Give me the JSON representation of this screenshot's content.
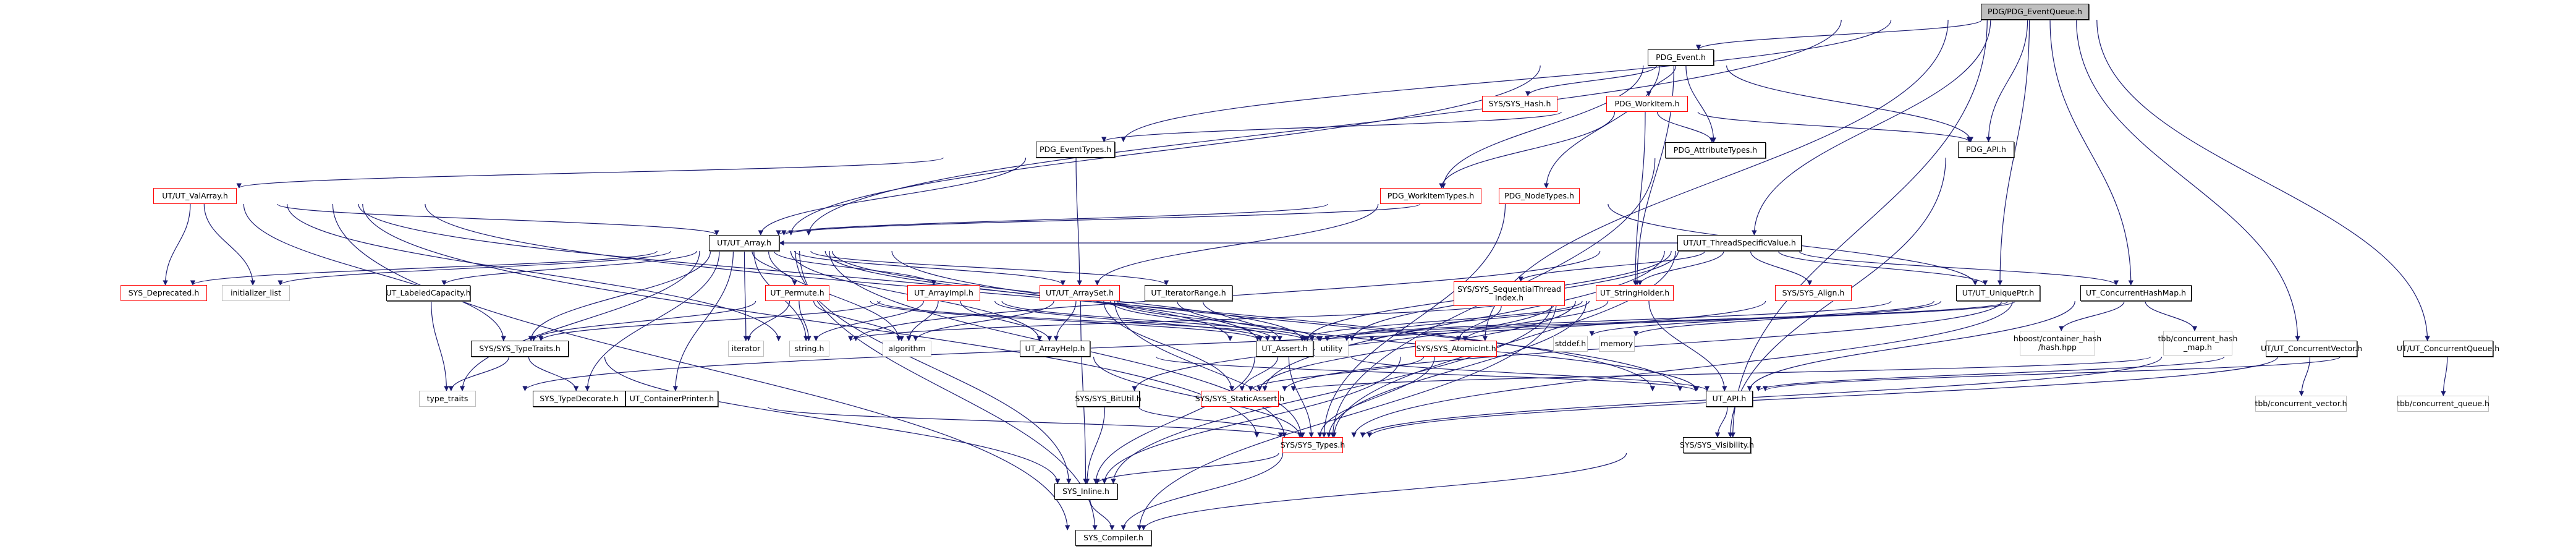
{
  "title": "PDG/PDG_EventQueue.h include dependency graph",
  "colors": {
    "edge": "#191970",
    "root_fill": "#bfbfbf",
    "documented_border": "#000000",
    "incomplete_border": "#ff0000",
    "external_border": "#bfbfbf"
  },
  "nodes": [
    {
      "id": "root",
      "label": "PDG/PDG_EventQueue.h",
      "kind": "root"
    },
    {
      "id": "event",
      "label": "PDG_Event.h",
      "kind": "black"
    },
    {
      "id": "syshash",
      "label": "SYS/SYS_Hash.h",
      "kind": "red"
    },
    {
      "id": "workitem",
      "label": "PDG_WorkItem.h",
      "kind": "red"
    },
    {
      "id": "eventtypes",
      "label": "PDG_EventTypes.h",
      "kind": "black"
    },
    {
      "id": "attrtypes",
      "label": "PDG_AttributeTypes.h",
      "kind": "black"
    },
    {
      "id": "pdgapi",
      "label": "PDG_API.h",
      "kind": "black"
    },
    {
      "id": "valarray",
      "label": "UT/UT_ValArray.h",
      "kind": "red"
    },
    {
      "id": "workitemtypes",
      "label": "PDG_WorkItemTypes.h",
      "kind": "red"
    },
    {
      "id": "nodetypes",
      "label": "PDG_NodeTypes.h",
      "kind": "red"
    },
    {
      "id": "utarray",
      "label": "UT/UT_Array.h",
      "kind": "black"
    },
    {
      "id": "threadspec",
      "label": "UT/UT_ThreadSpecificValue.h",
      "kind": "black"
    },
    {
      "id": "deprecated",
      "label": "SYS_Deprecated.h",
      "kind": "red"
    },
    {
      "id": "initlist",
      "label": "initializer_list",
      "kind": "gray"
    },
    {
      "id": "labeledcap",
      "label": "UT_LabeledCapacity.h",
      "kind": "black"
    },
    {
      "id": "permute",
      "label": "UT_Permute.h",
      "kind": "red"
    },
    {
      "id": "arrayimpl",
      "label": "UT_ArrayImpl.h",
      "kind": "red"
    },
    {
      "id": "arrayset",
      "label": "UT/UT_ArraySet.h",
      "kind": "red"
    },
    {
      "id": "iterrange",
      "label": "UT_IteratorRange.h",
      "kind": "black"
    },
    {
      "id": "seqthread",
      "label": "SYS/SYS_SequentialThread\nIndex.h",
      "kind": "red",
      "tall": true
    },
    {
      "id": "stringholder",
      "label": "UT_StringHolder.h",
      "kind": "red"
    },
    {
      "id": "sysalign",
      "label": "SYS/SYS_Align.h",
      "kind": "red"
    },
    {
      "id": "uniqueptr",
      "label": "UT/UT_UniquePtr.h",
      "kind": "black"
    },
    {
      "id": "conchashmap",
      "label": "UT_ConcurrentHashMap.h",
      "kind": "black"
    },
    {
      "id": "typetraitsh",
      "label": "SYS/SYS_TypeTraits.h",
      "kind": "black"
    },
    {
      "id": "iterator",
      "label": "iterator",
      "kind": "gray"
    },
    {
      "id": "stringh",
      "label": "string.h",
      "kind": "gray"
    },
    {
      "id": "algorithm",
      "label": "algorithm",
      "kind": "gray"
    },
    {
      "id": "arrayhelp",
      "label": "UT_ArrayHelp.h",
      "kind": "black"
    },
    {
      "id": "utassert",
      "label": "UT_Assert.h",
      "kind": "black"
    },
    {
      "id": "utility",
      "label": "utility",
      "kind": "gray"
    },
    {
      "id": "atomicint",
      "label": "SYS/SYS_AtomicInt.h",
      "kind": "red"
    },
    {
      "id": "stddef",
      "label": "stddef.h",
      "kind": "gray"
    },
    {
      "id": "memory",
      "label": "memory",
      "kind": "gray"
    },
    {
      "id": "hboost",
      "label": "hboost/container_hash\n/hash.hpp",
      "kind": "gray",
      "tall": true
    },
    {
      "id": "tbbhashmap",
      "label": "tbb/concurrent_hash\n_map.h",
      "kind": "gray",
      "tall": true
    },
    {
      "id": "concvector",
      "label": "UT/UT_ConcurrentVector.h",
      "kind": "black"
    },
    {
      "id": "concqueue",
      "label": "UT/UT_ConcurrentQueue.h",
      "kind": "black"
    },
    {
      "id": "typetraits",
      "label": "type_traits",
      "kind": "gray"
    },
    {
      "id": "typedecorate",
      "label": "SYS_TypeDecorate.h",
      "kind": "black"
    },
    {
      "id": "containerprinter",
      "label": "UT_ContainerPrinter.h",
      "kind": "black"
    },
    {
      "id": "bitutil",
      "label": "SYS/SYS_BitUtil.h",
      "kind": "black"
    },
    {
      "id": "staticassert",
      "label": "SYS/SYS_StaticAssert.h",
      "kind": "red"
    },
    {
      "id": "utapi",
      "label": "UT_API.h",
      "kind": "black"
    },
    {
      "id": "tbbvector",
      "label": "tbb/concurrent_vector.h",
      "kind": "gray"
    },
    {
      "id": "tbbqueue",
      "label": "tbb/concurrent_queue.h",
      "kind": "gray"
    },
    {
      "id": "systypes",
      "label": "SYS/SYS_Types.h",
      "kind": "red"
    },
    {
      "id": "visibility",
      "label": "SYS/SYS_Visibility.h",
      "kind": "black"
    },
    {
      "id": "inline",
      "label": "SYS_Inline.h",
      "kind": "black"
    },
    {
      "id": "compiler",
      "label": "SYS_Compiler.h",
      "kind": "black"
    }
  ],
  "edges": [
    [
      "root",
      "event"
    ],
    [
      "root",
      "utarray"
    ],
    [
      "root",
      "eventtypes"
    ],
    [
      "root",
      "pdgapi"
    ],
    [
      "root",
      "threadspec"
    ],
    [
      "root",
      "uniqueptr"
    ],
    [
      "root",
      "conchashmap"
    ],
    [
      "root",
      "concvector"
    ],
    [
      "root",
      "concqueue"
    ],
    [
      "root",
      "atomicint"
    ],
    [
      "root",
      "visibility"
    ],
    [
      "event",
      "syshash"
    ],
    [
      "event",
      "workitem"
    ],
    [
      "event",
      "attrtypes"
    ],
    [
      "event",
      "pdgapi"
    ],
    [
      "event",
      "workitemtypes"
    ],
    [
      "event",
      "nodetypes"
    ],
    [
      "event",
      "stringholder"
    ],
    [
      "event",
      "utarray"
    ],
    [
      "workitem",
      "eventtypes"
    ],
    [
      "workitem",
      "attrtypes"
    ],
    [
      "workitem",
      "pdgapi"
    ],
    [
      "workitem",
      "workitemtypes"
    ],
    [
      "workitem",
      "stringholder"
    ],
    [
      "eventtypes",
      "valarray"
    ],
    [
      "eventtypes",
      "utarray"
    ],
    [
      "eventtypes",
      "arrayset"
    ],
    [
      "attrtypes",
      "systypes"
    ],
    [
      "pdgapi",
      "visibility"
    ],
    [
      "valarray",
      "utarray"
    ],
    [
      "valarray",
      "deprecated"
    ],
    [
      "valarray",
      "initlist"
    ],
    [
      "valarray",
      "typetraitsh"
    ],
    [
      "valarray",
      "utassert"
    ],
    [
      "valarray",
      "systypes"
    ],
    [
      "valarray",
      "compiler"
    ],
    [
      "valarray",
      "stringh"
    ],
    [
      "valarray",
      "utapi"
    ],
    [
      "workitemtypes",
      "utarray"
    ],
    [
      "workitemtypes",
      "arrayset"
    ],
    [
      "nodetypes",
      "utarray"
    ],
    [
      "nodetypes",
      "uniqueptr"
    ],
    [
      "nodetypes",
      "systypes"
    ],
    [
      "utarray",
      "deprecated"
    ],
    [
      "utarray",
      "initlist"
    ],
    [
      "utarray",
      "labeledcap"
    ],
    [
      "utarray",
      "permute"
    ],
    [
      "utarray",
      "arrayimpl"
    ],
    [
      "utarray",
      "arrayset"
    ],
    [
      "utarray",
      "iterrange"
    ],
    [
      "utarray",
      "typetraitsh"
    ],
    [
      "utarray",
      "iterator"
    ],
    [
      "utarray",
      "stringh"
    ],
    [
      "utarray",
      "algorithm"
    ],
    [
      "utarray",
      "arrayhelp"
    ],
    [
      "utarray",
      "utassert"
    ],
    [
      "utarray",
      "utility"
    ],
    [
      "utarray",
      "typetraits"
    ],
    [
      "utarray",
      "typedecorate"
    ],
    [
      "utarray",
      "containerprinter"
    ],
    [
      "utarray",
      "systypes"
    ],
    [
      "utarray",
      "inline"
    ],
    [
      "utarray",
      "compiler"
    ],
    [
      "utarray",
      "utapi"
    ],
    [
      "threadspec",
      "utarray"
    ],
    [
      "threadspec",
      "seqthread"
    ],
    [
      "threadspec",
      "stringholder"
    ],
    [
      "threadspec",
      "sysalign"
    ],
    [
      "threadspec",
      "uniqueptr"
    ],
    [
      "threadspec",
      "conchashmap"
    ],
    [
      "threadspec",
      "utility"
    ],
    [
      "threadspec",
      "utassert"
    ],
    [
      "threadspec",
      "systypes"
    ],
    [
      "threadspec",
      "stringh"
    ],
    [
      "threadspec",
      "staticassert"
    ],
    [
      "labeledcap",
      "typetraits"
    ],
    [
      "permute",
      "typetraitsh"
    ],
    [
      "permute",
      "iterator"
    ],
    [
      "permute",
      "stringh"
    ],
    [
      "permute",
      "algorithm"
    ],
    [
      "permute",
      "utassert"
    ],
    [
      "permute",
      "utility"
    ],
    [
      "arrayimpl",
      "typetraitsh"
    ],
    [
      "arrayimpl",
      "stringh"
    ],
    [
      "arrayimpl",
      "algorithm"
    ],
    [
      "arrayimpl",
      "arrayhelp"
    ],
    [
      "arrayimpl",
      "utassert"
    ],
    [
      "arrayimpl",
      "utility"
    ],
    [
      "arrayset",
      "algorithm"
    ],
    [
      "arrayset",
      "arrayhelp"
    ],
    [
      "arrayset",
      "utassert"
    ],
    [
      "arrayset",
      "utility"
    ],
    [
      "arrayset",
      "systypes"
    ],
    [
      "arrayset",
      "staticassert"
    ],
    [
      "arrayset",
      "inline"
    ],
    [
      "arrayset",
      "utapi"
    ],
    [
      "iterrange",
      "utassert"
    ],
    [
      "seqthread",
      "atomicint"
    ],
    [
      "stringholder",
      "atomicint"
    ],
    [
      "stringholder",
      "utassert"
    ],
    [
      "stringholder",
      "utility"
    ],
    [
      "stringholder",
      "stringh"
    ],
    [
      "stringholder",
      "systypes"
    ],
    [
      "stringholder",
      "staticassert"
    ],
    [
      "stringholder",
      "bitutil"
    ],
    [
      "stringholder",
      "inline"
    ],
    [
      "stringholder",
      "utapi"
    ],
    [
      "stringholder",
      "compiler"
    ],
    [
      "uniqueptr",
      "stddef"
    ],
    [
      "uniqueptr",
      "memory"
    ],
    [
      "uniqueptr",
      "utassert"
    ],
    [
      "uniqueptr",
      "typetraits"
    ],
    [
      "conchashmap",
      "hboost"
    ],
    [
      "conchashmap",
      "tbbhashmap"
    ],
    [
      "conchashmap",
      "utassert"
    ],
    [
      "conchashmap",
      "utapi"
    ],
    [
      "conchashmap",
      "systypes"
    ],
    [
      "conchashmap",
      "utility"
    ],
    [
      "conchashmap",
      "staticassert"
    ],
    [
      "concvector",
      "tbbvector"
    ],
    [
      "concvector",
      "utapi"
    ],
    [
      "concvector",
      "systypes"
    ],
    [
      "concvector",
      "staticassert"
    ],
    [
      "concqueue",
      "tbbqueue"
    ],
    [
      "concqueue",
      "utapi"
    ],
    [
      "concqueue",
      "systypes"
    ],
    [
      "typetraitsh",
      "typetraits"
    ],
    [
      "typetraitsh",
      "typedecorate"
    ],
    [
      "typetraitsh",
      "inline"
    ],
    [
      "arrayhelp",
      "systypes"
    ],
    [
      "arrayhelp",
      "utapi"
    ],
    [
      "utassert",
      "utapi"
    ],
    [
      "utassert",
      "staticassert"
    ],
    [
      "utassert",
      "systypes"
    ],
    [
      "utassert",
      "inline"
    ],
    [
      "atomicint",
      "systypes"
    ],
    [
      "atomicint",
      "staticassert"
    ],
    [
      "atomicint",
      "inline"
    ],
    [
      "containerprinter",
      "systypes"
    ],
    [
      "bitutil",
      "systypes"
    ],
    [
      "bitutil",
      "inline"
    ],
    [
      "utapi",
      "visibility"
    ],
    [
      "systypes",
      "inline"
    ],
    [
      "systypes",
      "compiler"
    ],
    [
      "visibility",
      "compiler"
    ],
    [
      "inline",
      "compiler"
    ]
  ]
}
